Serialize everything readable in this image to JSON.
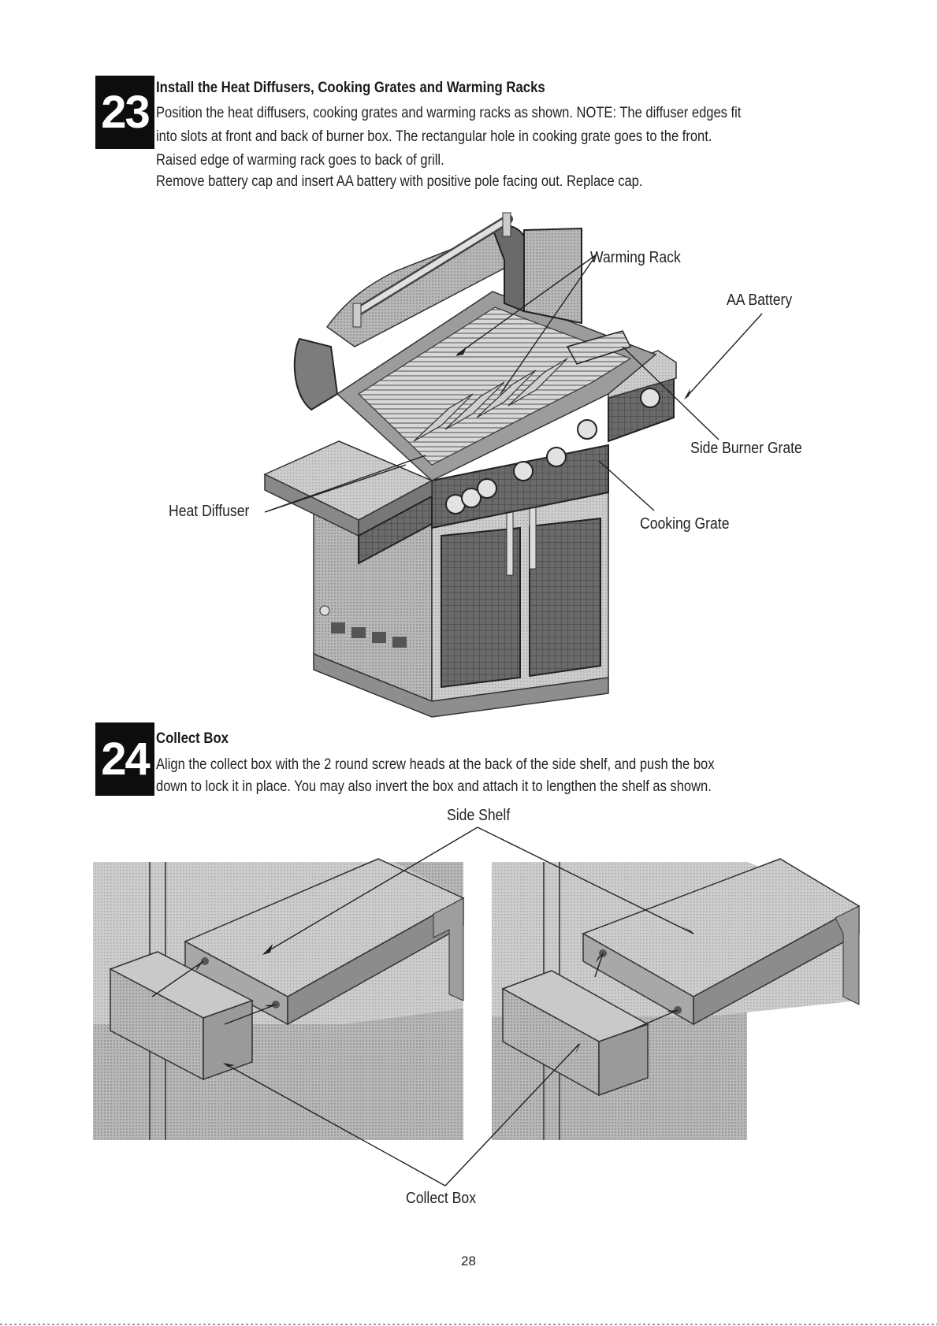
{
  "step23": {
    "number": "23",
    "title": "Install the Heat Diffusers, Cooking Grates and Warming Racks",
    "lines": [
      "Position the heat diffusers, cooking grates and warming racks as shown. NOTE: The diffuser edges fit",
      "into slots at front and back of burner box. The rectangular hole in cooking grate goes to the front.",
      "Raised edge of warming rack goes to back of grill.",
      "Remove battery cap and insert AA battery with positive pole facing out. Replace cap."
    ],
    "callouts": {
      "warming_rack": "Warming Rack",
      "aa_battery": "AA Battery",
      "side_burner_grate": "Side Burner Grate",
      "cooking_grate": "Cooking Grate",
      "heat_diffuser": "Heat Diffuser"
    }
  },
  "step24": {
    "number": "24",
    "title": "Collect Box",
    "lines": [
      "Align the collect box with the 2 round screw heads at the back of the side shelf, and push the box",
      "down to lock it in place. You may also invert the box and attach it to lengthen the shelf as shown."
    ],
    "callouts": {
      "side_shelf": "Side Shelf",
      "collect_box": "Collect Box"
    }
  },
  "page_number": "28",
  "colors": {
    "badge": "#0d0d0d",
    "metal_light": "#c4c4c4",
    "metal_mid": "#a6a6a6",
    "metal_dark": "#5e5e5e",
    "line": "#222222"
  }
}
